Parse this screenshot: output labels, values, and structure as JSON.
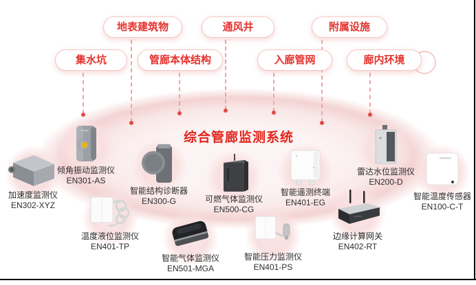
{
  "title": "综合管廊监测系统",
  "categories": [
    {
      "label": "地表建筑物"
    },
    {
      "label": "通风井"
    },
    {
      "label": "附属设施"
    },
    {
      "label": "集水坑"
    },
    {
      "label": "管廊本体结构"
    },
    {
      "label": "入廊管网"
    },
    {
      "label": "廊内环境"
    }
  ],
  "devices": [
    {
      "name": "加速度监测仪",
      "model": "EN302-XYZ"
    },
    {
      "name": "倾角振动监测仪",
      "model": "EN301-AS"
    },
    {
      "name": "智能结构诊断器",
      "model": "EN300-G"
    },
    {
      "name": "可燃气体监测仪",
      "model": "EN500-CG"
    },
    {
      "name": "智能遥测终端",
      "model": "EN401-EG"
    },
    {
      "name": "雷达水位监测仪",
      "model": "EN200-D"
    },
    {
      "name": "智能温度传感器",
      "model": "EN100-C-T"
    },
    {
      "name": "温度液位监测仪",
      "model": "EN401-TP"
    },
    {
      "name": "智能气体监测仪",
      "model": "EN501-MGA"
    },
    {
      "name": "智能压力监测仪",
      "model": "EN401-PS"
    },
    {
      "name": "边缘计算网关",
      "model": "EN402-RT"
    }
  ],
  "colors": {
    "accent_red": "#e5322d",
    "title_red": "#e3251c",
    "pill_border": "#f3c7c7",
    "connector_pink": "#f0a4a4",
    "ellipse_pink": "#f2cece"
  }
}
